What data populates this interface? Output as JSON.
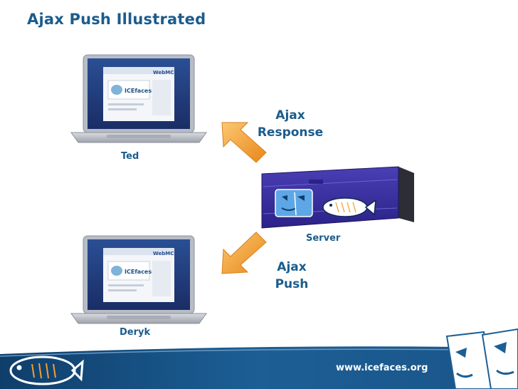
{
  "slide": {
    "title": "Ajax Push Illustrated",
    "client_top": {
      "name": "Ted"
    },
    "client_bottom": {
      "name": "Deryk"
    },
    "server": {
      "name": "Server"
    },
    "response_arrow": {
      "line1": "Ajax",
      "line2": "Response"
    },
    "push_arrow": {
      "line1": "Ajax",
      "line2": "Push"
    },
    "footer_url": "www.icefaces.org",
    "laptop_screen": {
      "logo_text": "ICEfaces",
      "header_text": "WebMC"
    }
  },
  "colors": {
    "title_blue": "#1b5c8c",
    "arrow_orange": "#f5a030",
    "server_purple": "#3b2f9e",
    "footer_blue": "#1c5f95"
  },
  "icons": [
    "laptop-icon",
    "server-icon",
    "fish-icon",
    "faces-icon",
    "arrow-icon"
  ]
}
